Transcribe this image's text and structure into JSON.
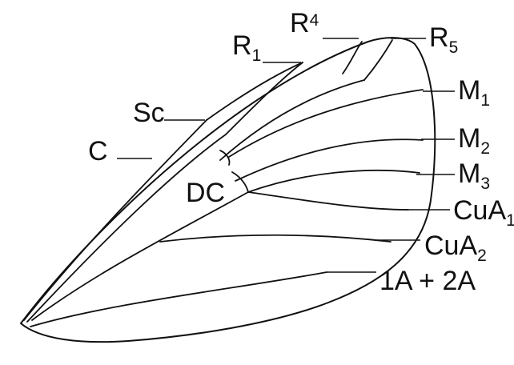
{
  "labels": {
    "r4": {
      "main": "R",
      "sub": "4"
    },
    "r5": {
      "main": "R",
      "sub": "5"
    },
    "r1": {
      "main": "R",
      "sub": "1"
    },
    "m1": {
      "main": "M",
      "sub": "1"
    },
    "sc": {
      "main": "Sc"
    },
    "m2": {
      "main": "M",
      "sub": "2"
    },
    "c": {
      "main": "C"
    },
    "m3": {
      "main": "M",
      "sub": "3"
    },
    "dc": {
      "main": "DC"
    },
    "cua1": {
      "main": "CuA",
      "sub": "1"
    },
    "cua2": {
      "main": "CuA",
      "sub": "2"
    },
    "anal": {
      "main": "1A + 2A"
    }
  },
  "colors": {
    "line": "#111111",
    "background": "#ffffff"
  }
}
